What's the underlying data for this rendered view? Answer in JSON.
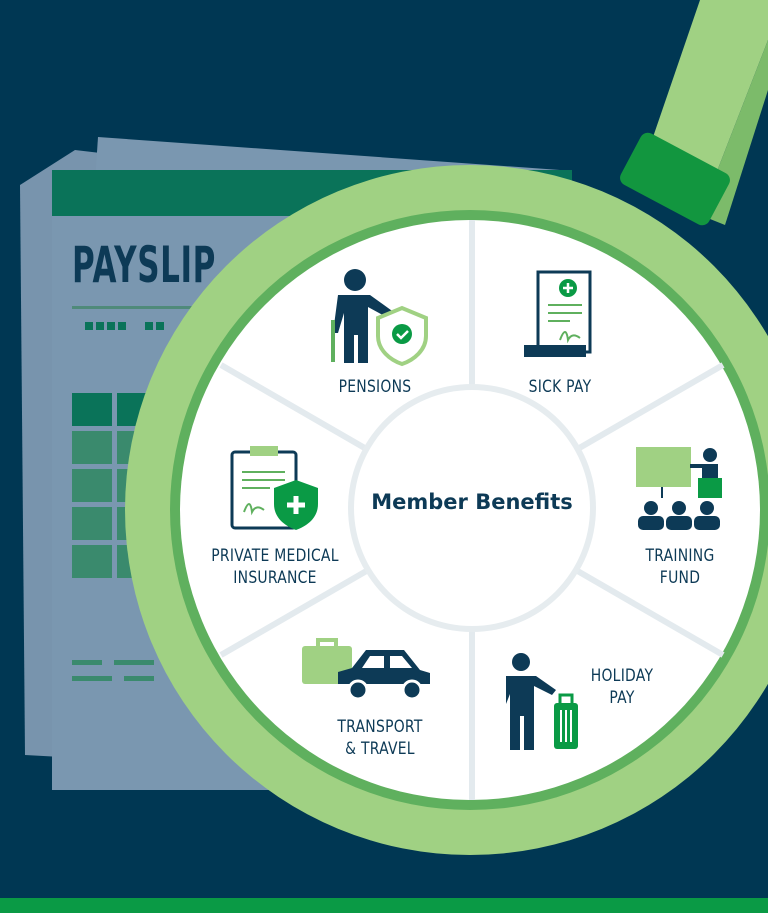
{
  "payslip": {
    "title": "PAYSLIP",
    "date_mask": "■■■■/■■/■"
  },
  "center": {
    "title": "Member Benefits"
  },
  "benefits": [
    {
      "label": "PENSIONS",
      "icon": "pension-icon"
    },
    {
      "label": "SICK PAY",
      "icon": "sick-note-icon"
    },
    {
      "label_line1": "TRAINING",
      "label_line2": "FUND",
      "icon": "training-icon"
    },
    {
      "label_line1": "HOLIDAY",
      "label_line2": "PAY",
      "icon": "holiday-traveller-icon"
    },
    {
      "label_line1": "TRANSPORT",
      "label_line2": "& TRAVEL",
      "icon": "car-briefcase-icon"
    },
    {
      "label_line1": "PRIVATE MEDICAL",
      "label_line2": "INSURANCE",
      "icon": "medical-clipboard-icon"
    }
  ],
  "colors": {
    "background": "#003753",
    "navy": "#0d3a56",
    "ring": "#a0d183",
    "ring_inner": "#5fb05e",
    "accent": "#0a9a45",
    "payslip": "#7a97b0",
    "payslip_header": "#0a7359"
  }
}
